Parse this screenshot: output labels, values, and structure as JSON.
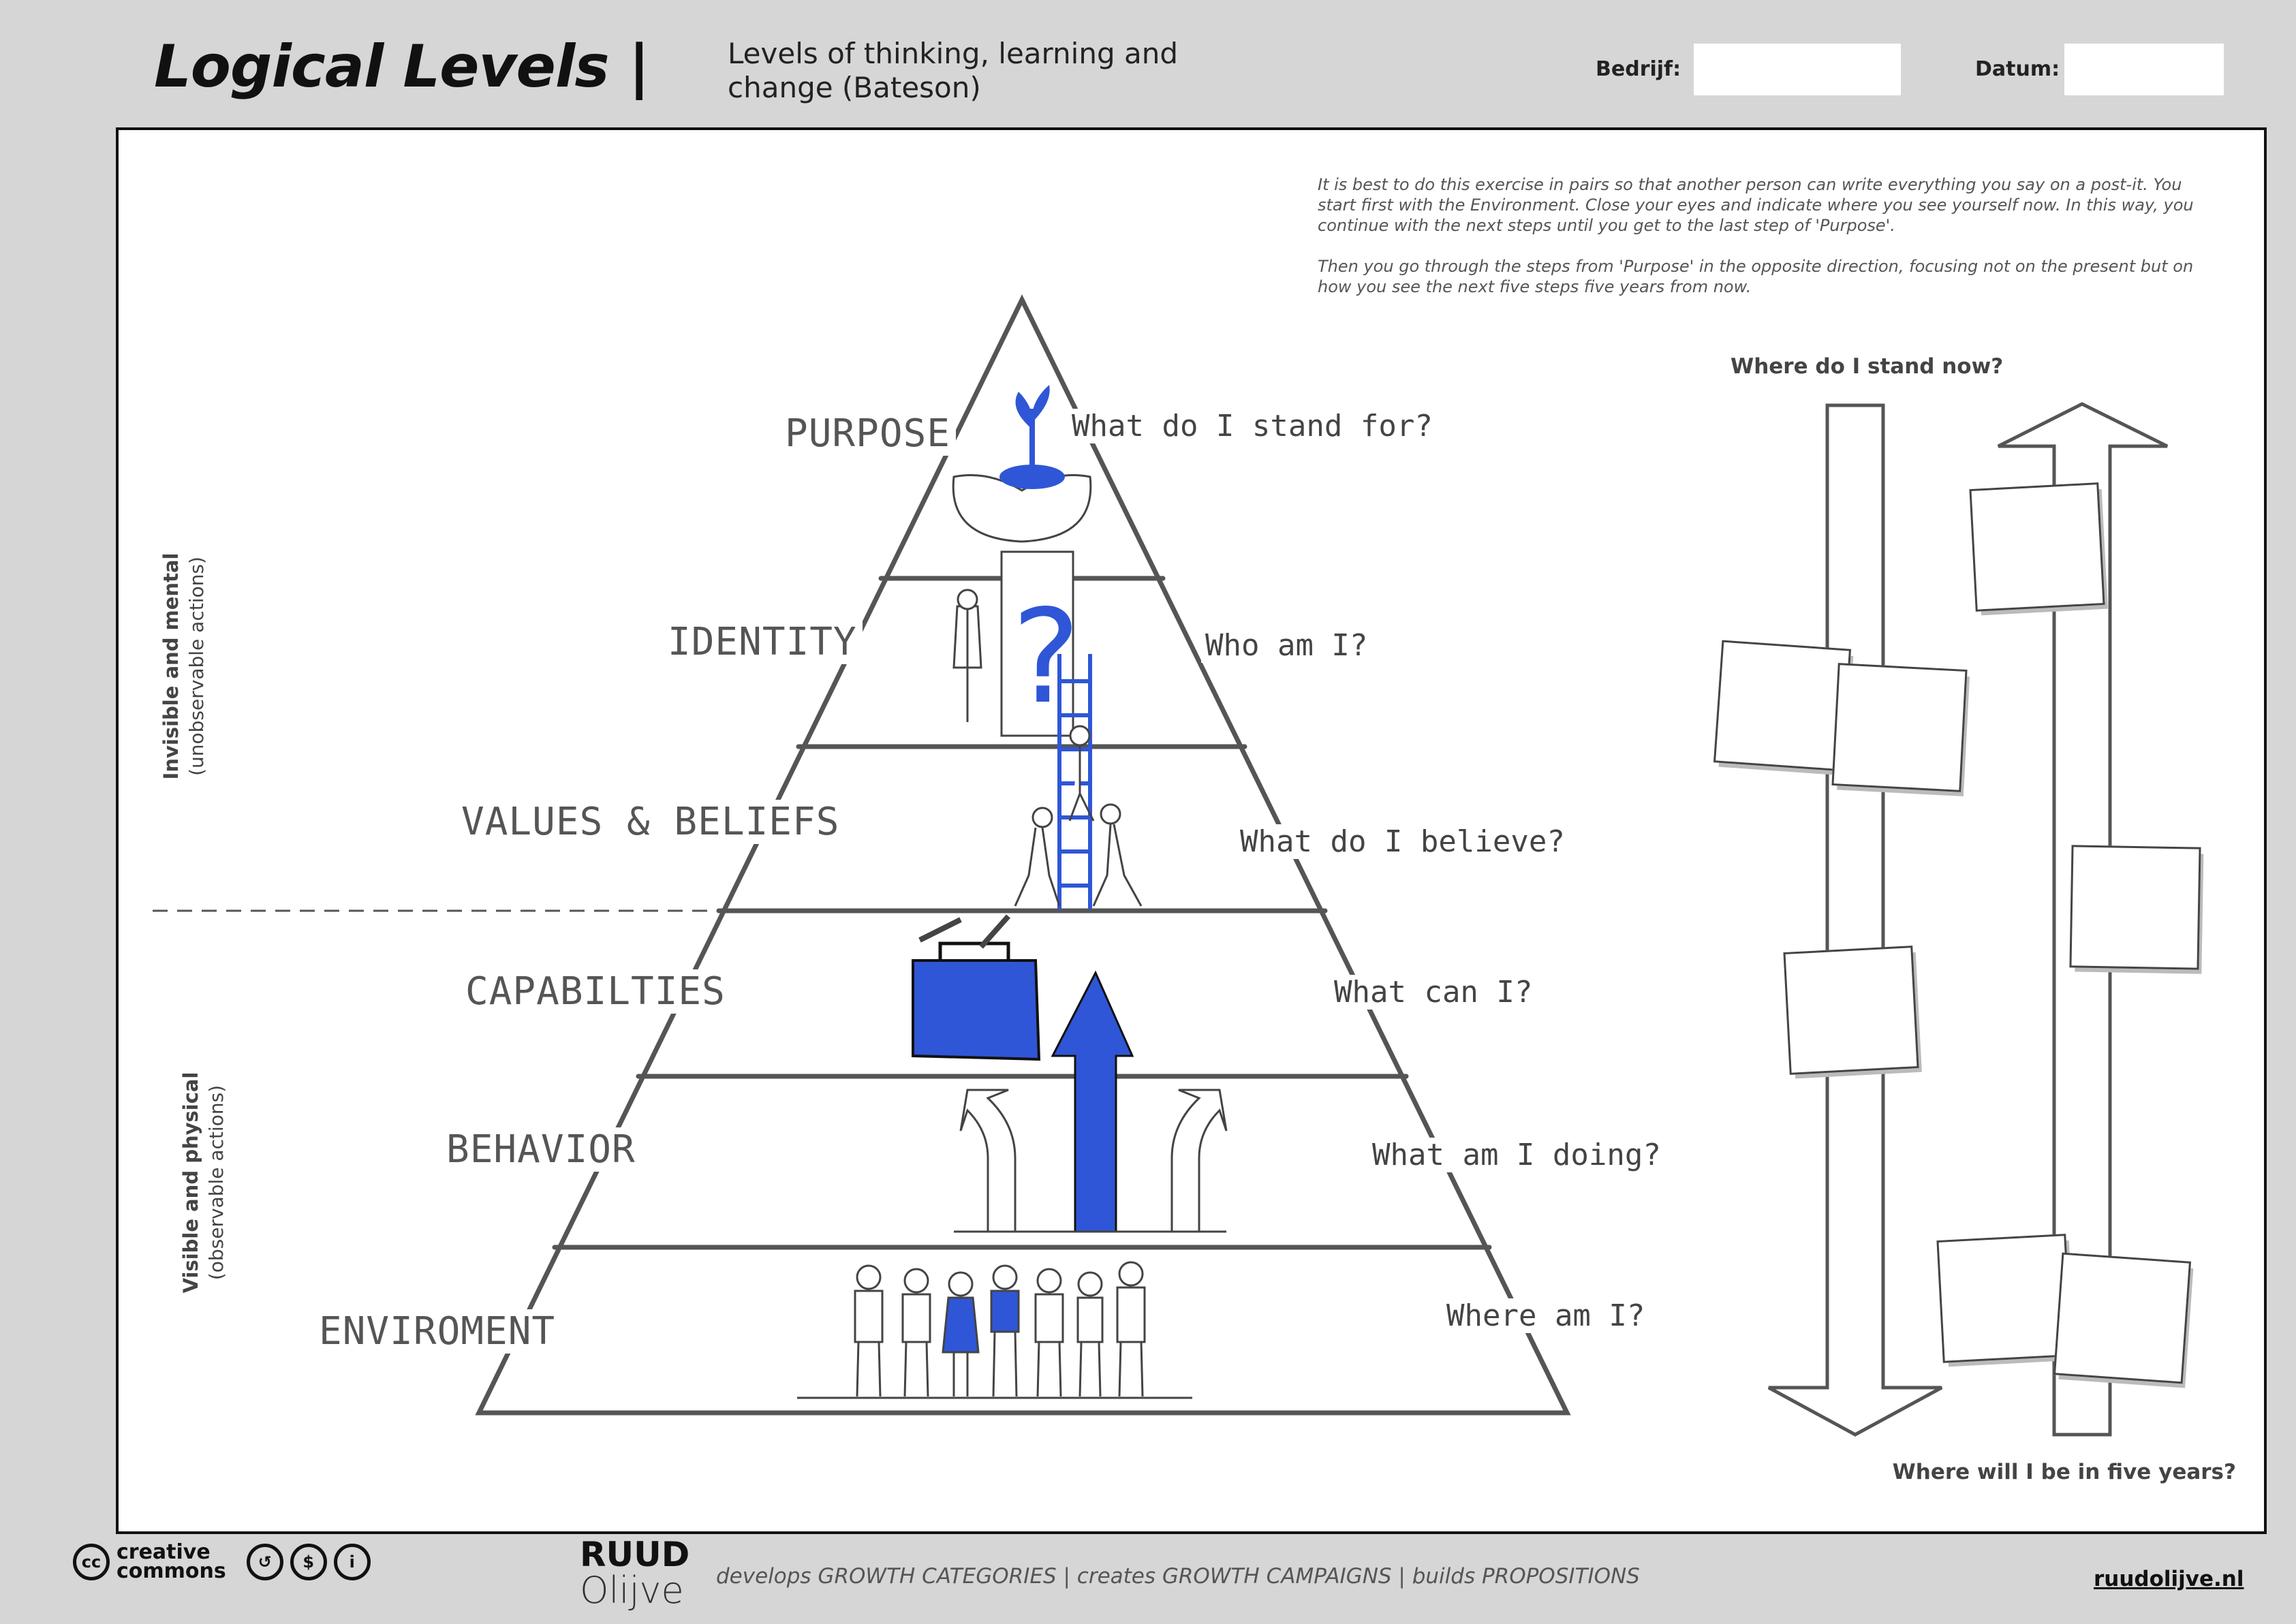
{
  "header": {
    "title": "Logical Levels |",
    "subtitle_line1": "Levels of thinking, learning and",
    "subtitle_line2": "change (Bateson)",
    "company_label": "Bedrijf:",
    "company_value": "",
    "date_label": "Datum:",
    "date_value": ""
  },
  "instructions": {
    "p1": "It is best to do this exercise in pairs so that another person can write everything you say on a post-it. You start first with the Environment. Close your eyes and indicate where you see yourself now. In this way, you continue with the next steps until you get to the last step of 'Purpose'.",
    "p2": "Then you go through the steps from 'Purpose' in the opposite direction, focusing not on the present but on how you see the next five steps five years from now."
  },
  "side_labels": {
    "upper_title": "Invisible and mental",
    "upper_sub": "(unobservable actions)",
    "lower_title": "Visible and physical",
    "lower_sub": "(observable actions)"
  },
  "levels": [
    {
      "name": "PURPOSE",
      "question": "What do I stand for?"
    },
    {
      "name": "IDENTITY",
      "question": "Who am I?"
    },
    {
      "name": "VALUES & BELIEFS",
      "question": "What do I believe?"
    },
    {
      "name": "CAPABILTIES",
      "question": "What can I?"
    },
    {
      "name": "BEHAVIOR",
      "question": "What am I doing?"
    },
    {
      "name": "ENVIROMENT",
      "question": "Where am I?"
    }
  ],
  "right_panel": {
    "top_label": "Where do I stand now?",
    "bottom_label": "Where will I be in five years?"
  },
  "footer": {
    "cc_line1": "creative",
    "cc_line2": "commons",
    "brand_top": "RUUD",
    "brand_bottom": "Olijve",
    "tagline": "develops GROWTH CATEGORIES | creates GROWTH CAMPAIGNS | builds PROPOSITIONS",
    "website": "ruudolijve.nl"
  },
  "colors": {
    "accent": "#2f56d6",
    "line": "#555555",
    "background": "#d6d6d6"
  }
}
